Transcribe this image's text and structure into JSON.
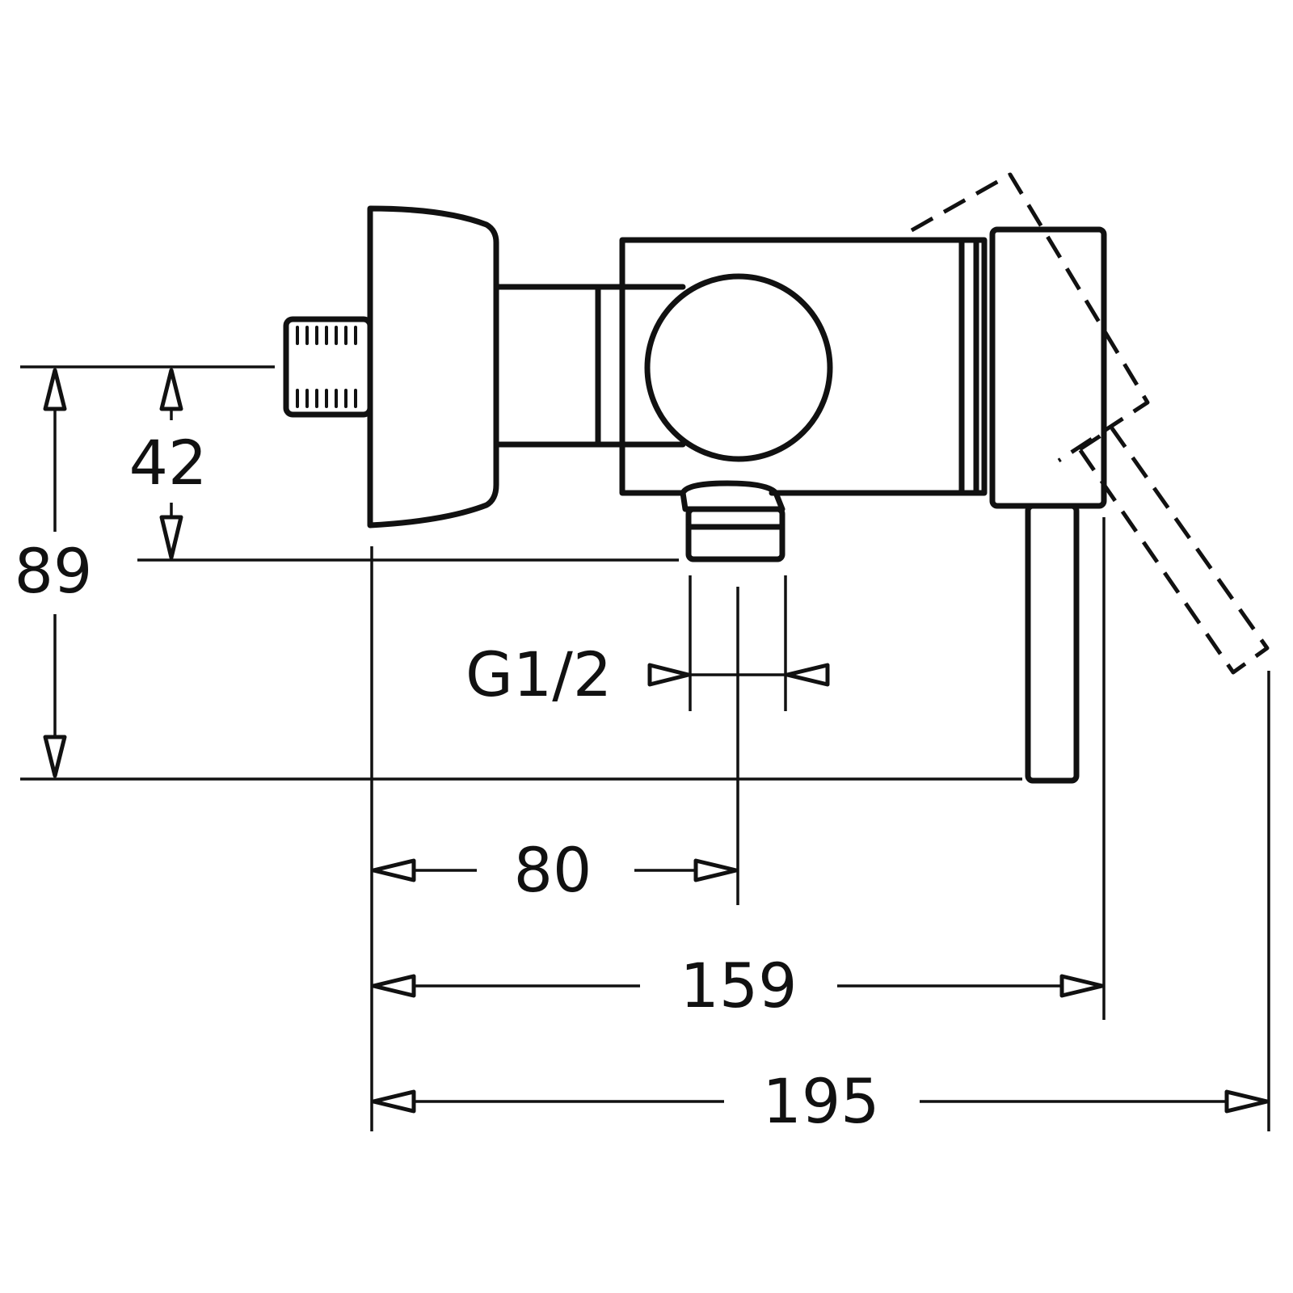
{
  "drawing": {
    "dimensions": {
      "height_small": "42",
      "height_total": "89",
      "thread": "G1/2",
      "width_outlet": "80",
      "width_body": "159",
      "width_total": "195"
    }
  }
}
